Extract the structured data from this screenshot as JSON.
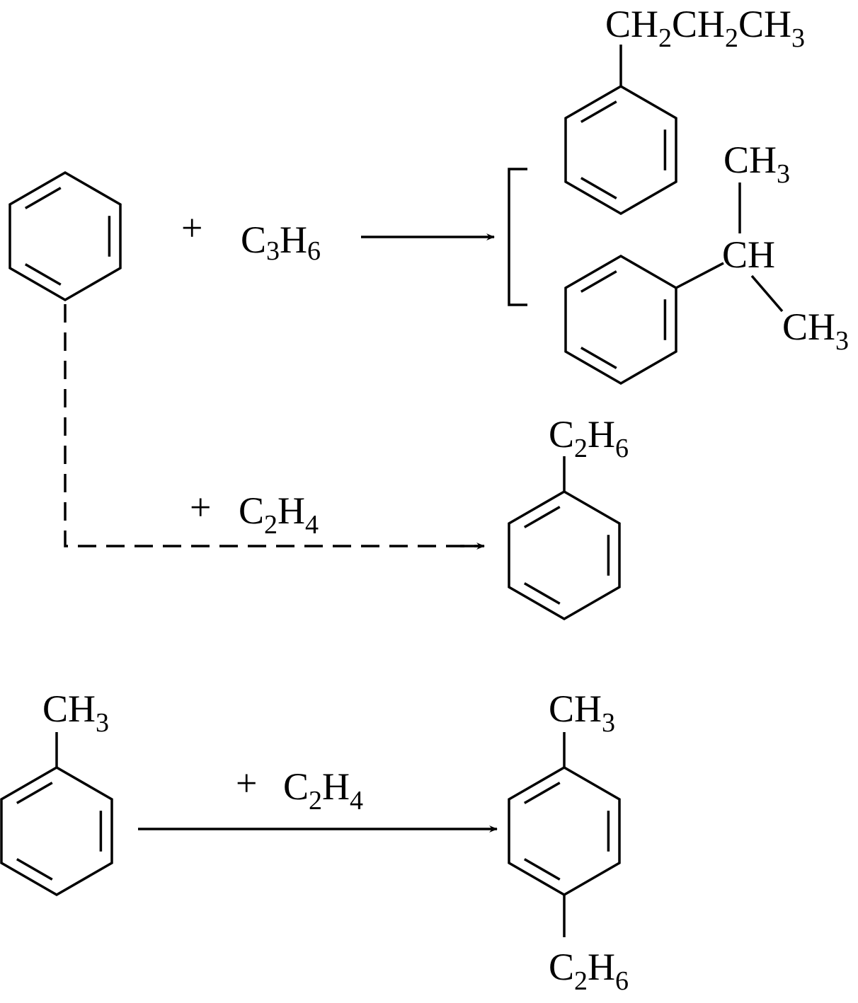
{
  "reaction1": {
    "plus": "+",
    "reagent": {
      "a": "C",
      "a_sub": "3",
      "b": "H",
      "b_sub": "6"
    },
    "product_propyl": {
      "a": "CH",
      "a_sub": "2",
      "b": "CH",
      "b_sub": "2",
      "c": "CH",
      "c_sub": "3"
    },
    "product_isopropyl": {
      "top": {
        "a": "CH",
        "a_sub": "3"
      },
      "center": "CH",
      "bottom": {
        "a": "CH",
        "a_sub": "3"
      }
    }
  },
  "reaction2": {
    "plus": "+",
    "reagent": {
      "a": "C",
      "a_sub": "2",
      "b": "H",
      "b_sub": "4"
    },
    "product": {
      "a": "C",
      "a_sub": "2",
      "b": "H",
      "b_sub": "6"
    }
  },
  "reaction3": {
    "reactant": {
      "a": "CH",
      "a_sub": "3"
    },
    "plus": "+",
    "reagent": {
      "a": "C",
      "a_sub": "2",
      "b": "H",
      "b_sub": "4"
    },
    "product_top": {
      "a": "CH",
      "a_sub": "3"
    },
    "product_bottom": {
      "a": "C",
      "a_sub": "2",
      "b": "H",
      "b_sub": "6"
    }
  }
}
